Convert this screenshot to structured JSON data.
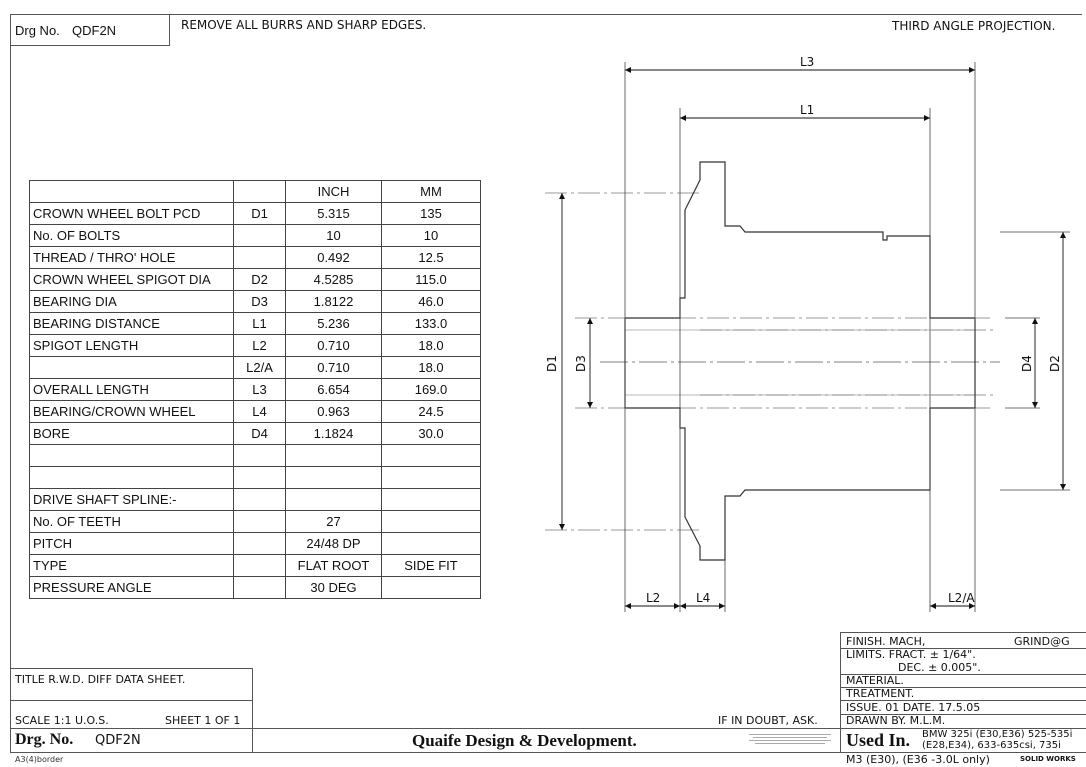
{
  "header": {
    "drg_no_label": "Drg No.",
    "drg_no_value": "QDF2N",
    "note": "REMOVE ALL BURRS AND SHARP EDGES.",
    "projection": "THIRD ANGLE PROJECTION."
  },
  "table": {
    "headers": [
      "",
      "",
      "INCH",
      "MM"
    ],
    "rows": [
      [
        "CROWN WHEEL BOLT PCD",
        "D1",
        "5.315",
        "135"
      ],
      [
        "No. OF BOLTS",
        "",
        "10",
        "10"
      ],
      [
        "THREAD / THRO' HOLE",
        "",
        "0.492",
        "12.5"
      ],
      [
        "CROWN WHEEL SPIGOT DIA",
        "D2",
        "4.5285",
        "115.0"
      ],
      [
        "BEARING DIA",
        "D3",
        "1.8122",
        "46.0"
      ],
      [
        "BEARING DISTANCE",
        "L1",
        "5.236",
        "133.0"
      ],
      [
        "SPIGOT LENGTH",
        "L2",
        "0.710",
        "18.0"
      ],
      [
        "",
        "L2/A",
        "0.710",
        "18.0"
      ],
      [
        "OVERALL LENGTH",
        "L3",
        "6.654",
        "169.0"
      ],
      [
        "BEARING/CROWN WHEEL",
        "L4",
        "0.963",
        "24.5"
      ],
      [
        "BORE",
        "D4",
        "1.1824",
        "30.0"
      ],
      [
        "",
        "",
        "",
        ""
      ],
      [
        "",
        "",
        "",
        ""
      ],
      [
        "DRIVE SHAFT SPLINE:-",
        "",
        "",
        ""
      ],
      [
        "No. OF TEETH",
        "",
        "27",
        ""
      ],
      [
        "PITCH",
        "",
        "24/48 DP",
        ""
      ],
      [
        "TYPE",
        "",
        "FLAT ROOT",
        "SIDE FIT"
      ],
      [
        "PRESSURE ANGLE",
        "",
        "30 DEG",
        ""
      ]
    ]
  },
  "drawing": {
    "dims": {
      "l3": "L3",
      "l1": "L1",
      "l2": "L2",
      "l4": "L4",
      "l2a": "L2/A",
      "d1": "D1",
      "d3": "D3",
      "d4": "D4",
      "d2": "D2"
    }
  },
  "title_block": {
    "title": "TITLE  R.W.D. DIFF DATA SHEET.",
    "scale": "SCALE 1:1 U.O.S.",
    "sheet": "SHEET 1 OF 1",
    "drg_no_label": "Drg. No.",
    "drg_no_value": "QDF2N",
    "company": "Quaife Design & Development.",
    "if_in_doubt": "IF IN DOUBT, ASK.",
    "finish": "FINISH. MACH,",
    "finish_right": "GRIND@G",
    "limits": "LIMITS. FRACT. ± 1/64\".",
    "dec": "DEC. ± 0.005\".",
    "material": "MATERIAL.",
    "treatment": "TREATMENT.",
    "issue": "ISSUE. 01   DATE. 17.5.05",
    "drawn_by": "DRAWN BY. M.L.M.",
    "used_in_label": "Used In.",
    "used_in_line1": "BMW 325i (E30,E36) 525-535i",
    "used_in_line2": "(E28,E34), 633-635csi, 735i",
    "m3_line": "M3 (E30), (E36 -3.0L only)",
    "solidworks": "SOLID WORKS",
    "border_label": "A3(4)border"
  }
}
